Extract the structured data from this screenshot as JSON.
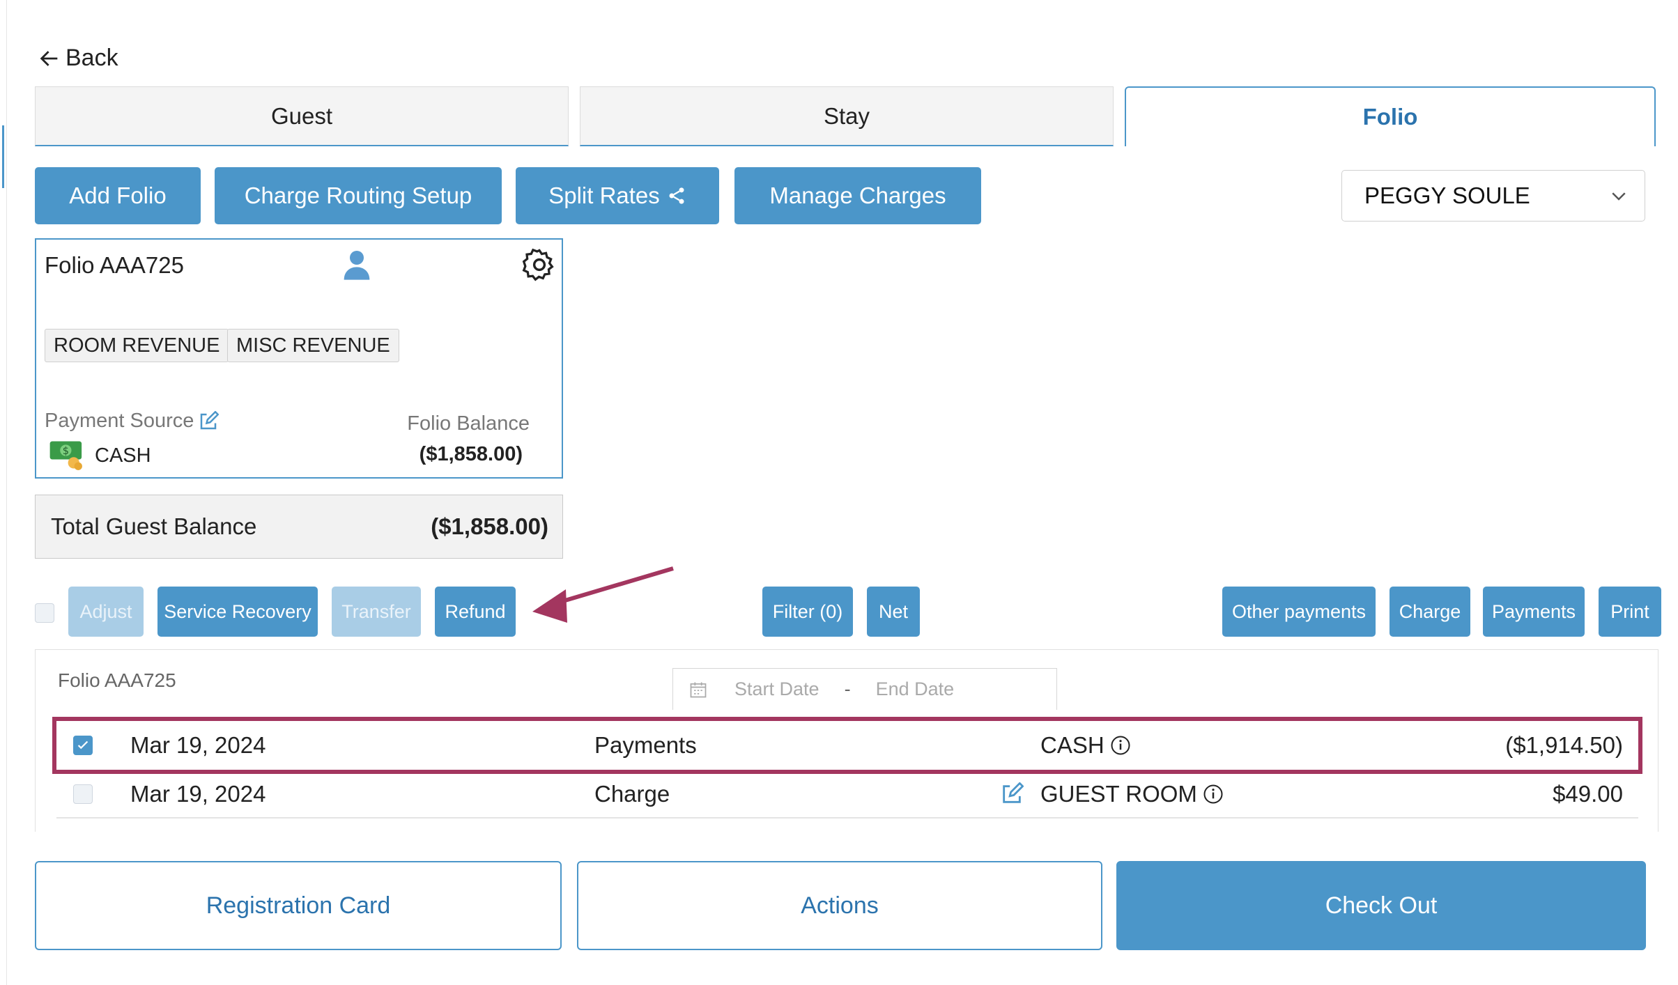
{
  "nav": {
    "back_label": "Back"
  },
  "tabs": [
    {
      "label": "Guest",
      "active": false
    },
    {
      "label": "Stay",
      "active": false
    },
    {
      "label": "Folio",
      "active": true
    }
  ],
  "toolbar": {
    "add_folio": "Add Folio",
    "charge_routing": "Charge Routing Setup",
    "split_rates": "Split Rates",
    "manage_charges": "Manage Charges"
  },
  "guest_select": {
    "selected": "PEGGY SOULE"
  },
  "folio_card": {
    "name": "Folio AAA725",
    "tags": [
      "ROOM REVENUE",
      "MISC REVENUE"
    ],
    "payment_source_label": "Payment Source",
    "payment_source_value": "CASH",
    "balance_label": "Folio Balance",
    "balance_value": "($1,858.00)"
  },
  "total_guest_balance": {
    "label": "Total Guest Balance",
    "value": "($1,858.00)"
  },
  "actions_bar": {
    "adjust": "Adjust",
    "service_recovery": "Service Recovery",
    "transfer": "Transfer",
    "refund": "Refund",
    "filter": "Filter (0)",
    "net": "Net",
    "other_payments": "Other payments",
    "charge": "Charge",
    "payments": "Payments",
    "print": "Print"
  },
  "transactions": {
    "folio_title": "Folio AAA725",
    "start_placeholder": "Start Date",
    "range_separator": "-",
    "end_placeholder": "End Date",
    "rows": [
      {
        "date": "Mar 19, 2024",
        "type": "Payments",
        "description": "CASH",
        "amount": "($1,914.50)",
        "checked": true
      },
      {
        "date": "Mar 19, 2024",
        "type": "Charge",
        "description": "GUEST ROOM",
        "amount": "$49.00",
        "checked": false
      }
    ]
  },
  "footer": {
    "registration_card": "Registration Card",
    "actions": "Actions",
    "check_out": "Check Out"
  },
  "colors": {
    "primary": "#4b96c9",
    "highlight": "#a3365f",
    "cash_green": "#3a9b48"
  }
}
